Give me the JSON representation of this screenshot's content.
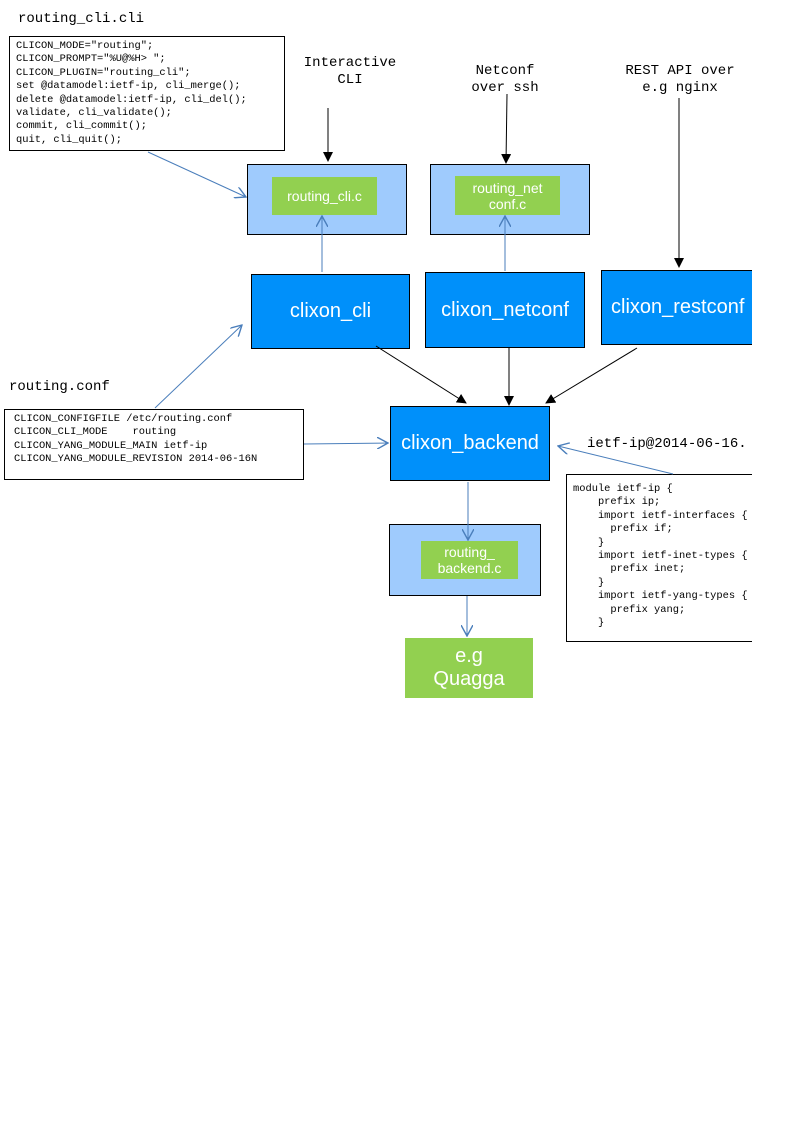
{
  "cli_spec": {
    "title": "routing_cli.cli",
    "lines": [
      "CLICON_MODE=\"routing\";",
      "CLICON_PROMPT=\"%U@%H> \";",
      "CLICON_PLUGIN=\"routing_cli\";",
      "set @datamodel:ietf-ip, cli_merge();",
      "delete @datamodel:ietf-ip, cli_del();",
      "validate, cli_validate();",
      "commit, cli_commit();",
      "quit, cli_quit();"
    ]
  },
  "captions": {
    "interactive_cli": "Interactive\nCLI",
    "netconf": "Netconf\nover ssh",
    "restapi": "REST API over\ne.g nginx"
  },
  "plugins": {
    "cli": "routing_cli.c",
    "netconf": "routing_net\nconf.c",
    "backend": "routing_\nbackend.c"
  },
  "components": {
    "cli": "clixon_cli",
    "netconf": "clixon_netconf",
    "restconf": "clixon_restconf",
    "backend": "clixon_backend",
    "quagga": "e.g\nQuagga"
  },
  "config": {
    "title": "routing.conf",
    "lines": [
      "CLICON_CONFIGFILE /etc/routing.conf",
      "CLICON_CLI_MODE    routing",
      "CLICON_YANG_MODULE_MAIN ietf-ip",
      "CLICON_YANG_MODULE_REVISION 2014-06-16N"
    ]
  },
  "yang": {
    "title": "ietf-ip@2014-06-16.",
    "lines": [
      "module ietf-ip {",
      "    prefix ip;",
      "    import ietf-interfaces {",
      "      prefix if;",
      "    }",
      "    import ietf-inet-types {",
      "      prefix inet;",
      "    }",
      "    import ietf-yang-types {",
      "      prefix yang;",
      "    }"
    ]
  },
  "colors": {
    "component": "#0090fa",
    "plugin_container": "#9fcbfd",
    "plugin": "#92d050",
    "connector": "#4a7ebb"
  }
}
